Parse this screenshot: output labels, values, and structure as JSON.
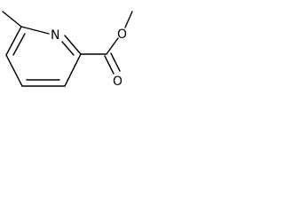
{
  "molecule": {
    "atoms": {
      "ring_nitrogen": "N",
      "ester_oxygen": "O",
      "carbonyl_oxygen": "O"
    }
  }
}
